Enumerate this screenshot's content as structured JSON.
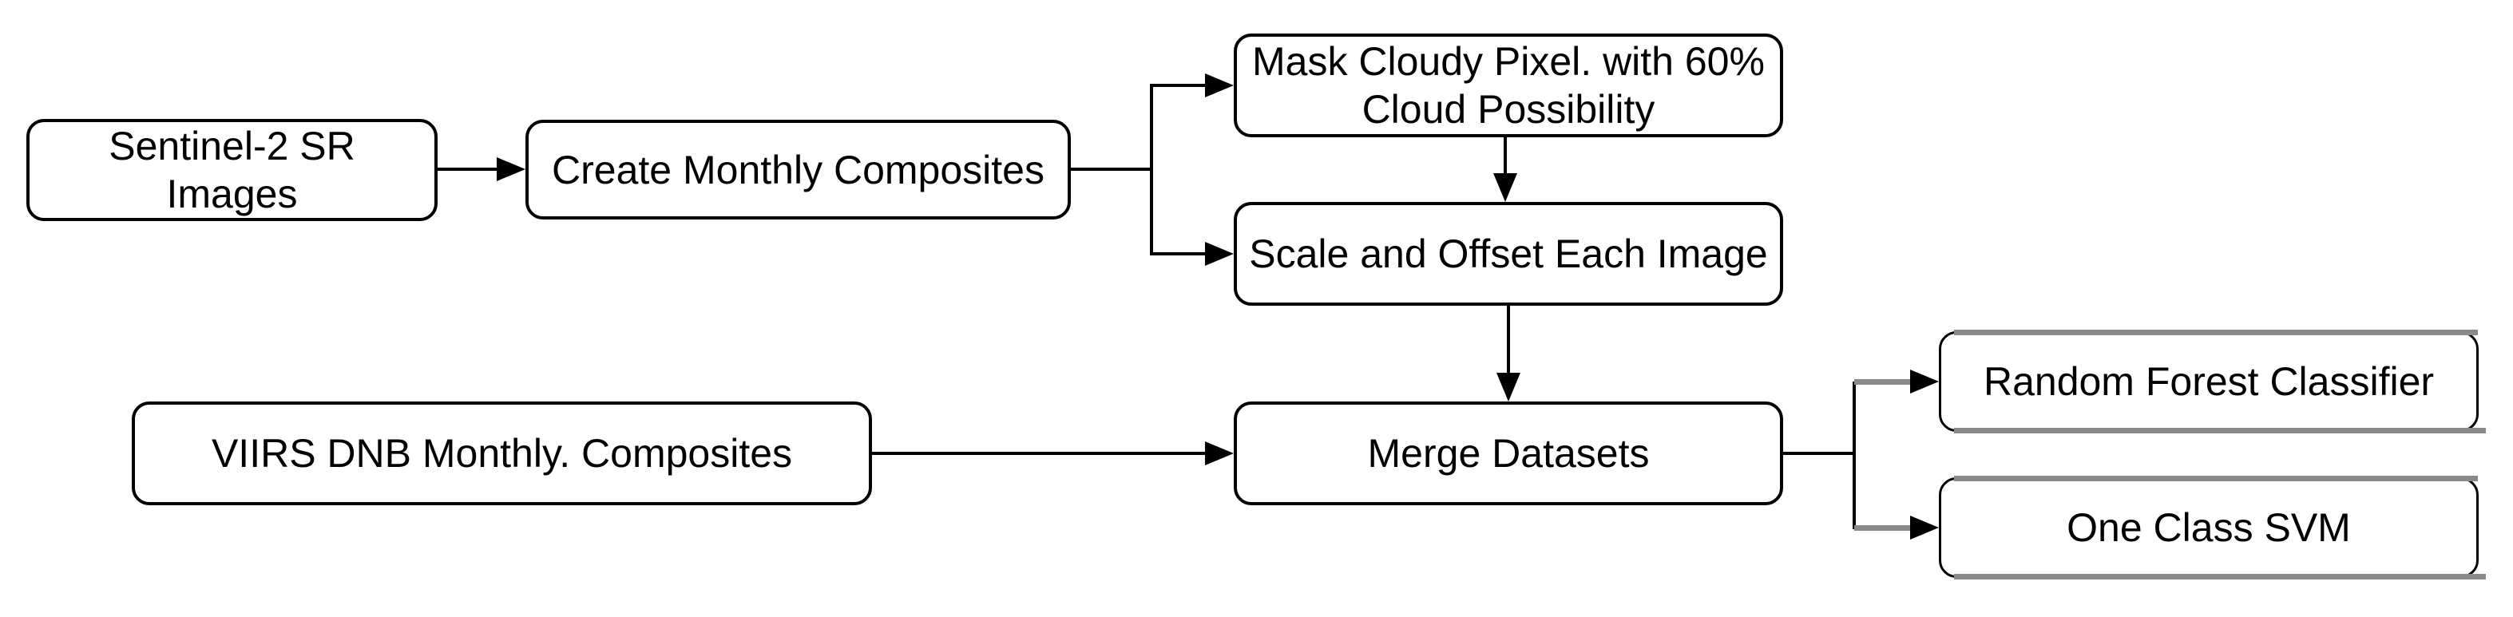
{
  "diagram": {
    "type": "flowchart",
    "background_color": "#ffffff",
    "stroke_color": "#000000",
    "shadow_color": "#8a8a8a",
    "node_fill_color": "#ffffff",
    "nodes": [
      {
        "id": "sentinel2",
        "label": "Sentinel-2 SR Images"
      },
      {
        "id": "monthly_composites",
        "label": "Create Monthly Composites"
      },
      {
        "id": "mask_cloudy",
        "label": "Mask Cloudy Pixel. with 60% Cloud Possibility"
      },
      {
        "id": "scale_offset",
        "label": "Scale and Offset Each Image"
      },
      {
        "id": "viirs",
        "label": "VIIRS DNB Monthly. Composites"
      },
      {
        "id": "merge",
        "label": "Merge Datasets"
      },
      {
        "id": "random_forest",
        "label": "Random Forest Classifier"
      },
      {
        "id": "one_class_svm",
        "label": "One Class SVM"
      }
    ],
    "edges": [
      {
        "from": "sentinel2",
        "to": "monthly_composites"
      },
      {
        "from": "monthly_composites",
        "to": "mask_cloudy"
      },
      {
        "from": "monthly_composites",
        "to": "scale_offset"
      },
      {
        "from": "mask_cloudy",
        "to": "scale_offset"
      },
      {
        "from": "scale_offset",
        "to": "merge"
      },
      {
        "from": "viirs",
        "to": "merge"
      },
      {
        "from": "merge",
        "to": "random_forest"
      },
      {
        "from": "merge",
        "to": "one_class_svm"
      }
    ]
  }
}
